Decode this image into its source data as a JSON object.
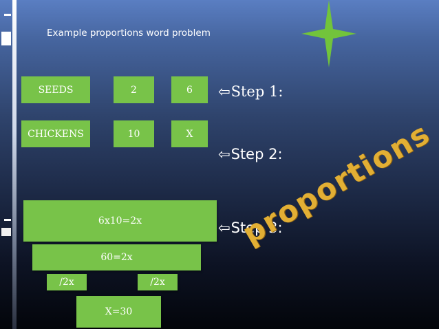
{
  "slide": {
    "title": "Example proportions word problem",
    "accent_color": "#78c349",
    "star_color": "#72c43b",
    "word_color": "#e2af34"
  },
  "table": {
    "rows": [
      {
        "label": "SEEDS",
        "a": "2",
        "b": "6"
      },
      {
        "label": "CHICKENS",
        "a": "10",
        "b": "X"
      }
    ]
  },
  "steps": [
    {
      "arrow": "⇦",
      "label": "Step 1:"
    },
    {
      "arrow": "⇦",
      "label": "Step 2:"
    },
    {
      "arrow": "⇦",
      "label": "Step 3:"
    }
  ],
  "work": {
    "cross_multiply": "6x10=2x",
    "simplified": "60=2x",
    "divide_left": "/2x",
    "divide_right": "/2x",
    "answer": "X=30"
  },
  "decoration": {
    "word": "proportions",
    "star_icon": "four-point-star-icon"
  }
}
